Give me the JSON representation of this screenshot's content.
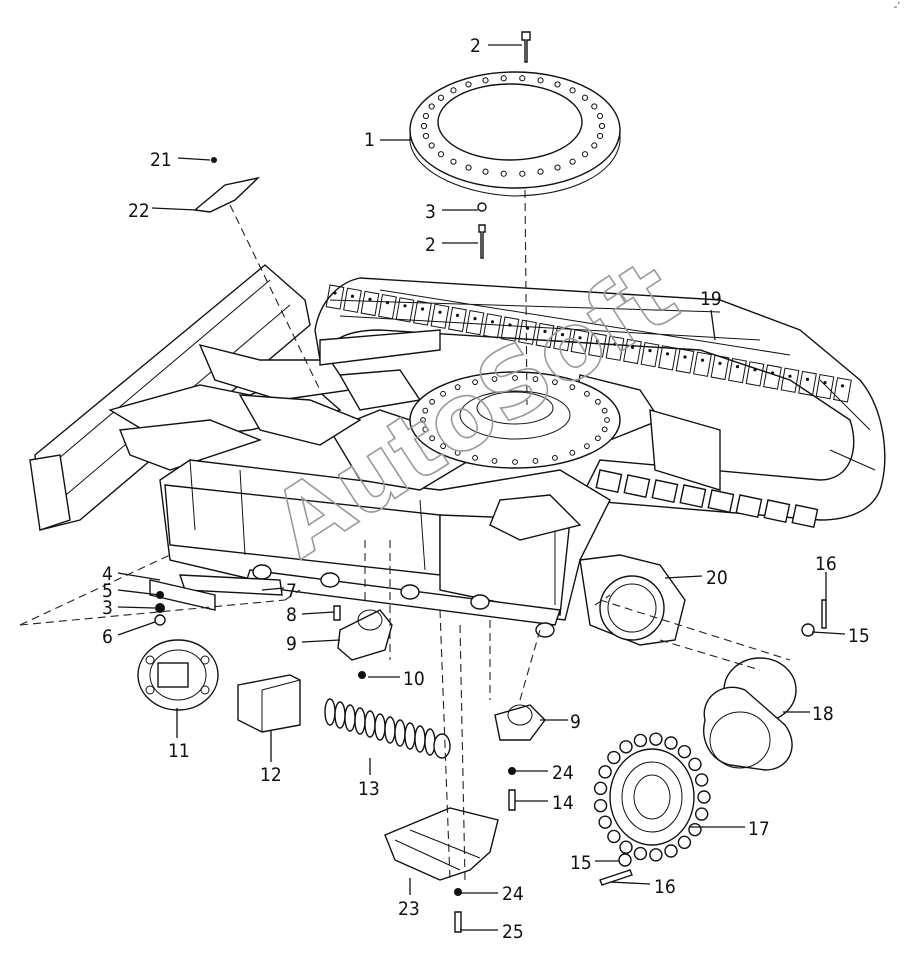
{
  "watermark": "AutoSoft",
  "corner_mark": "-′",
  "labels": {
    "p1": "1",
    "p2a": "2",
    "p2b": "2",
    "p3a": "3",
    "p3b": "3",
    "p4": "4",
    "p5": "5",
    "p6": "6",
    "p7": "7",
    "p8": "8",
    "p9a": "9",
    "p9b": "9",
    "p10": "10",
    "p11": "11",
    "p12": "12",
    "p13": "13",
    "p14": "14",
    "p15a": "15",
    "p15b": "15",
    "p16a": "16",
    "p16b": "16",
    "p17": "17",
    "p18": "18",
    "p19": "19",
    "p20": "20",
    "p21": "21",
    "p22": "22",
    "p23": "23",
    "p24a": "24",
    "p24b": "24",
    "p25": "25"
  }
}
